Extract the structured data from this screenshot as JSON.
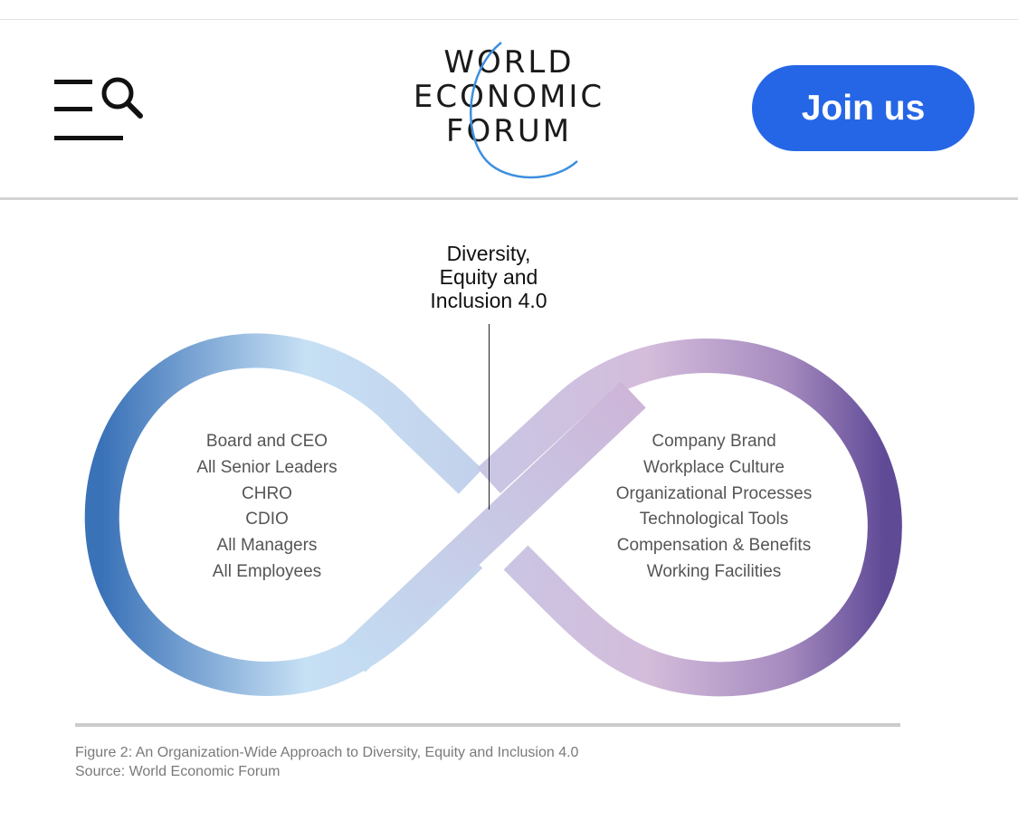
{
  "header": {
    "menu_icon": "hamburger-menu-icon",
    "search_icon": "search-icon",
    "logo": {
      "line1": "WORLD",
      "line2": "ECONOMIC",
      "line3": "FORUM",
      "arc_color": "#3d8fe0"
    },
    "join_label": "Join us",
    "join_color": "#2566e6"
  },
  "figure": {
    "title_lines": [
      "Diversity,",
      "Equity and",
      "Inclusion 4.0"
    ],
    "left_items": [
      "Board and CEO",
      "All Senior Leaders",
      "CHRO",
      "CDIO",
      "All Managers",
      "All Employees"
    ],
    "right_items": [
      "Company Brand",
      "Workplace Culture",
      "Organizational Processes",
      "Technological Tools",
      "Compensation & Benefits",
      "Working Facilities"
    ],
    "colors": {
      "left_dark": "#3a72b8",
      "left_light": "#c6e0f4",
      "right_light": "#d4bcdb",
      "right_dark": "#5f4a96"
    },
    "caption_line1": "Figure 2: An Organization-Wide Approach to Diversity, Equity and Inclusion 4.0",
    "caption_line2": "Source: World Economic Forum"
  }
}
